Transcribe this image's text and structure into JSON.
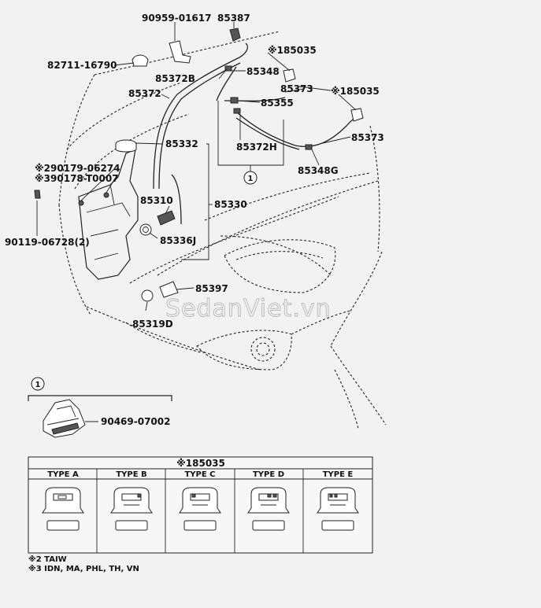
{
  "parts": {
    "p90959": "90959-01617",
    "p85387": "85387",
    "p85035_top": "※185035",
    "p82711": "82711-16790",
    "p85348": "85348",
    "p85372b": "85372B",
    "p85372": "85372",
    "p85373_a": "85373",
    "p85035_right": "※185035",
    "p85355": "85355",
    "p85332": "85332",
    "p85372h": "85372H",
    "p85373_b": "85373",
    "p85348g": "85348G",
    "p90179": "※290179-06274",
    "p90178": "※390178-T0007",
    "p85310": "85310",
    "p85330": "85330",
    "p90119": "90119-06728(2)",
    "p85336j": "85336J",
    "p85397": "85397",
    "p85319d": "85319D",
    "p90469": "90469-07002",
    "callout_top": "1",
    "callout_detail": "1"
  },
  "watermark": "SedanViet.vn",
  "table": {
    "title": "※185035",
    "types": [
      "TYPE A",
      "TYPE B",
      "TYPE C",
      "TYPE D",
      "TYPE E"
    ]
  },
  "notes": [
    "※2 TAIW",
    "※3 IDN, MA, PHL, TH, VN"
  ]
}
